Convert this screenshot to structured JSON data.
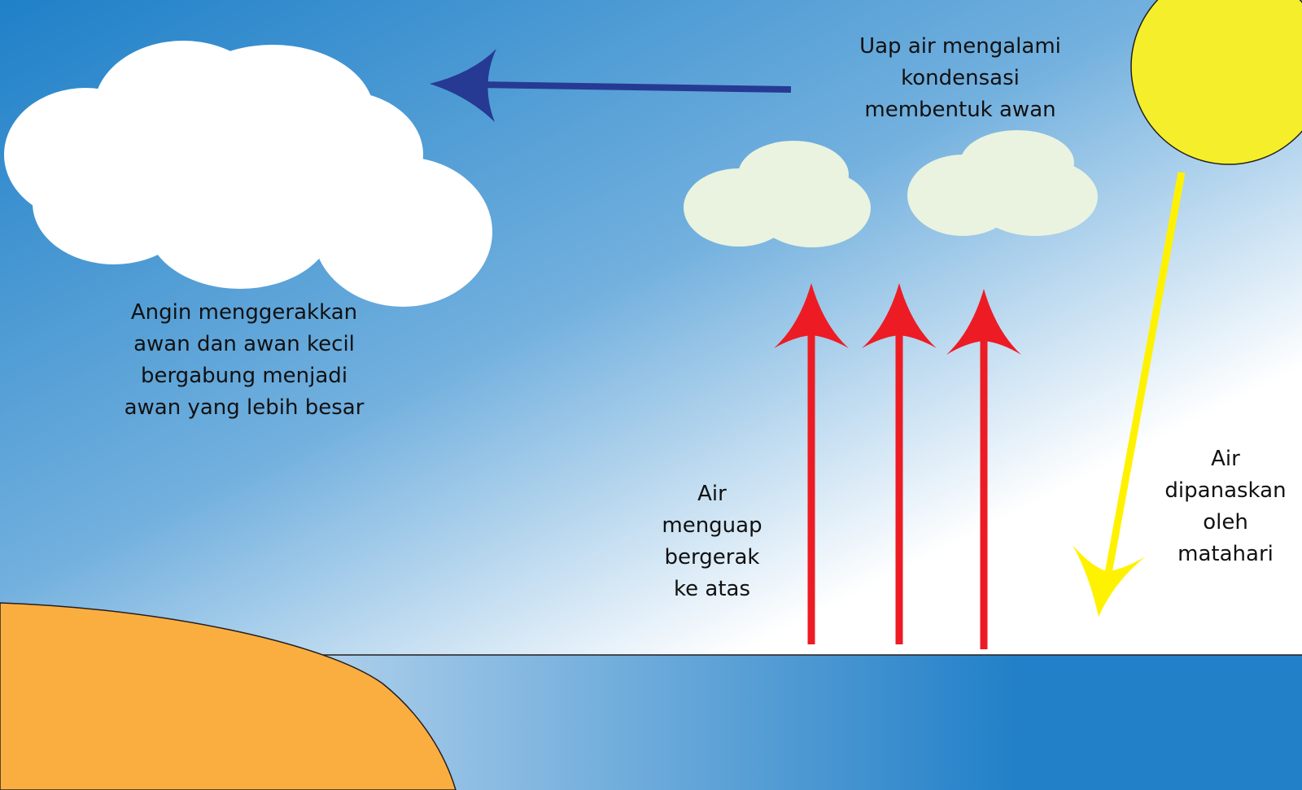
{
  "colors": {
    "sky_top": "#1f80c8",
    "sky_mid": "#72b0de",
    "sky_bottom": "#ffffff",
    "sea_light": "#eef4fb",
    "sea_dark": "#2280c8",
    "land": "#fbae40",
    "sun": "#f4ef2a",
    "big_cloud": "#ffffff",
    "small_cloud": "#eaf3df",
    "wind_arrow": "#263a93",
    "evaporation_arrow": "#ed1c24",
    "sunlight_arrow": "#fff200",
    "outline": "#231f20"
  },
  "icons": {
    "sun": "sun-icon",
    "big_cloud": "cloud-icon",
    "small_clouds": "cloud-icon",
    "wind_arrow": "arrow-left-icon",
    "evaporation_arrows": "arrow-up-icon",
    "sunlight_arrow": "arrow-down-icon"
  },
  "labels": {
    "wind": [
      "Angin menggerakkan",
      "awan dan awan kecil",
      "bergabung menjadi",
      "awan yang lebih besar"
    ],
    "condensation": [
      "Uap air mengalami",
      "kondensasi",
      "membentuk awan"
    ],
    "evaporation": [
      "Air",
      "menguap",
      "bergerak",
      "ke atas"
    ],
    "heating": [
      "Air",
      "dipanaskan",
      "oleh",
      "matahari"
    ]
  }
}
